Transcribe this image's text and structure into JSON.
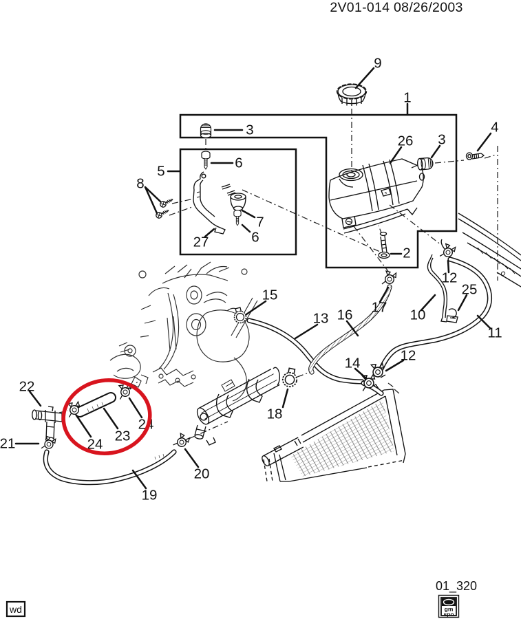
{
  "document": {
    "title": "2V01-014  08/26/2003",
    "sheet_code": "01_320",
    "corner_mark": "wd",
    "logo": {
      "line1": "gm",
      "line2": "spo"
    }
  },
  "highlight": {
    "color": "#d8141e",
    "around_parts": "23 24"
  },
  "callouts": [
    {
      "label": "9"
    },
    {
      "label": "1"
    },
    {
      "label": "3"
    },
    {
      "label": "6"
    },
    {
      "label": "5"
    },
    {
      "label": "8"
    },
    {
      "label": "7"
    },
    {
      "label": "6"
    },
    {
      "label": "27"
    },
    {
      "label": "26"
    },
    {
      "label": "3"
    },
    {
      "label": "4"
    },
    {
      "label": "2"
    },
    {
      "label": "12"
    },
    {
      "label": "25"
    },
    {
      "label": "10"
    },
    {
      "label": "11"
    },
    {
      "label": "15"
    },
    {
      "label": "13"
    },
    {
      "label": "16"
    },
    {
      "label": "17"
    },
    {
      "label": "14"
    },
    {
      "label": "12"
    },
    {
      "label": "18"
    },
    {
      "label": "22"
    },
    {
      "label": "21"
    },
    {
      "label": "24"
    },
    {
      "label": "23"
    },
    {
      "label": "24"
    },
    {
      "label": "20"
    },
    {
      "label": "19"
    }
  ]
}
